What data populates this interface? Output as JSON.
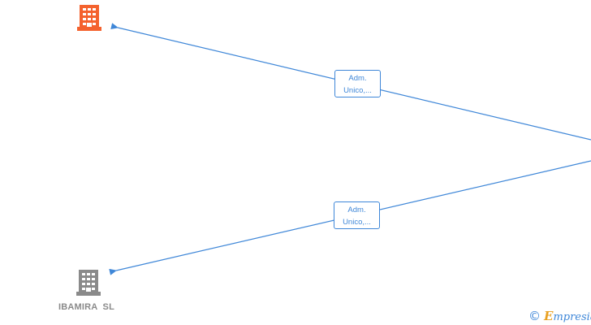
{
  "nodes": [
    {
      "id": "company-top",
      "label": "",
      "color": "#f4622e",
      "icon": "building-icon"
    },
    {
      "id": "company-bottom",
      "label": "IBAMIRA  SL",
      "color": "#8a8a8a",
      "icon": "building-icon"
    }
  ],
  "edges": [
    {
      "from": "offscreen-right",
      "to": "company-top",
      "label_line1": "Adm.",
      "label_line2": "Unico,..."
    },
    {
      "from": "offscreen-right",
      "to": "company-bottom",
      "label_line1": "Adm.",
      "label_line2": "Unico,..."
    }
  ],
  "edge_color": "#3f87d8",
  "watermark": {
    "copyright_symbol": "©",
    "brand_first": "E",
    "brand_rest": "mpresia"
  }
}
